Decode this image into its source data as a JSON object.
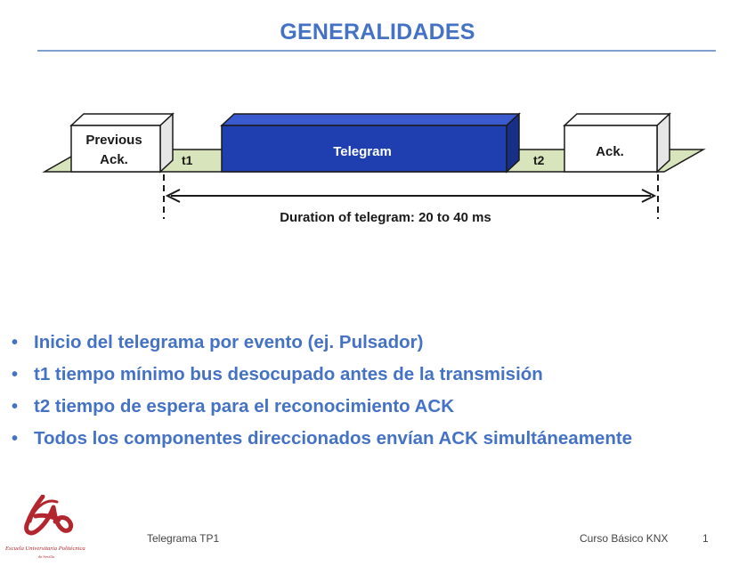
{
  "title": "GENERALIDADES",
  "diagram": {
    "previous_ack": [
      "Previous",
      "Ack."
    ],
    "t1": "t1",
    "telegram": "Telegram",
    "t2": "t2",
    "ack": "Ack.",
    "duration": "Duration of telegram: 20 to 40 ms"
  },
  "bullets": [
    "Inicio del telegrama por evento (ej. Pulsador)",
    "t1 tiempo mínimo bus desocupado antes de la transmisión",
    "t2 tiempo de espera para el reconocimiento ACK",
    "Todos los componentes direccionados envían ACK simultáneamente"
  ],
  "footer": {
    "left": "Telegrama TP1",
    "right": "Curso Básico KNX",
    "page": "1"
  },
  "logo_text": [
    "Escuela Universitaria Politécnica",
    "de Sevilla"
  ],
  "colors": {
    "accent": "#4472c4",
    "telegram_box": "#1f3fb0",
    "ground": "#d8e4bc",
    "logo": "#b3262d"
  }
}
